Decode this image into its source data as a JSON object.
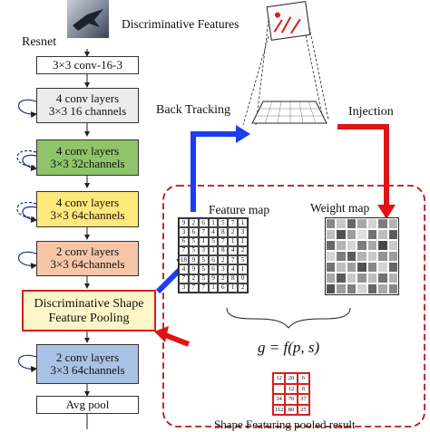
{
  "network": {
    "title": "Resnet",
    "input_caption": "Discriminative Features",
    "first_conv": "3×3 conv-16-3",
    "blocks": [
      {
        "line1": "4 conv layers",
        "line2": "3×3 16 channels",
        "color": "#ececec"
      },
      {
        "line1": "4 conv layers",
        "line2": "3×3 32channels",
        "color": "#8fc46a"
      },
      {
        "line1": "4 conv layers",
        "line2": "3×3 64channels",
        "color": "#fde87a"
      },
      {
        "line1": "2 conv layers",
        "line2": "3×3 64channels",
        "color": "#f6c6a8"
      }
    ],
    "pooling": {
      "line1": "Discriminative Shape",
      "line2": "Feature Pooling",
      "color": "#fff6c8",
      "border": "#d42020"
    },
    "block_after": {
      "line1": "2 conv layers",
      "line2": "3×3 64channels",
      "color": "#a9c3e6"
    },
    "avg_pool": "Avg pool"
  },
  "labels": {
    "back_tracking": "Back Tracking",
    "injection": "Injection",
    "feature_map": "Feature map",
    "weight_map": "Weight map",
    "formula": "g = f(p, s)",
    "pooled_result": "Shape Featuring pooled result"
  },
  "colors": {
    "blue_arrow": "#1a3ef0",
    "red_arrow": "#e01414",
    "dashed_border": "#b01818"
  },
  "feature_map": [
    [
      "9",
      "2",
      "6",
      "1",
      "5",
      "7",
      "1"
    ],
    [
      "3",
      "6",
      "7",
      "4",
      "8",
      "2",
      "3"
    ],
    [
      "6",
      "5",
      "1",
      "5",
      "7",
      "1",
      "1"
    ],
    [
      "7",
      "5",
      "3",
      "1",
      "8",
      "4",
      "2"
    ],
    [
      "18",
      "9",
      "5",
      "6",
      "2",
      "7",
      "5"
    ],
    [
      "4",
      "9",
      "5",
      "6",
      "3",
      "4",
      "1"
    ],
    [
      "7",
      "2",
      "5",
      "9",
      "2",
      "8",
      "0"
    ],
    [
      "3",
      "7",
      "7",
      "1",
      "6",
      "1",
      "2"
    ]
  ],
  "weight_map": [
    [
      0.55,
      0.25,
      0.7,
      0.4,
      0.2,
      0.6,
      0.35
    ],
    [
      0.3,
      0.8,
      0.45,
      0.15,
      0.65,
      0.3,
      0.75
    ],
    [
      0.7,
      0.35,
      0.2,
      0.6,
      0.4,
      0.85,
      0.25
    ],
    [
      0.2,
      0.6,
      0.75,
      0.35,
      0.25,
      0.5,
      0.45
    ],
    [
      0.65,
      0.3,
      0.45,
      0.8,
      0.55,
      0.2,
      0.7
    ],
    [
      0.4,
      0.75,
      0.25,
      0.5,
      0.3,
      0.65,
      0.35
    ],
    [
      0.8,
      0.45,
      0.6,
      0.2,
      0.7,
      0.4,
      0.55
    ]
  ],
  "pooled": [
    [
      "12",
      "20",
      "6"
    ],
    [
      "",
      "12",
      "8"
    ],
    [
      "34",
      "70",
      "37"
    ],
    [
      "112",
      "80",
      "25"
    ]
  ]
}
